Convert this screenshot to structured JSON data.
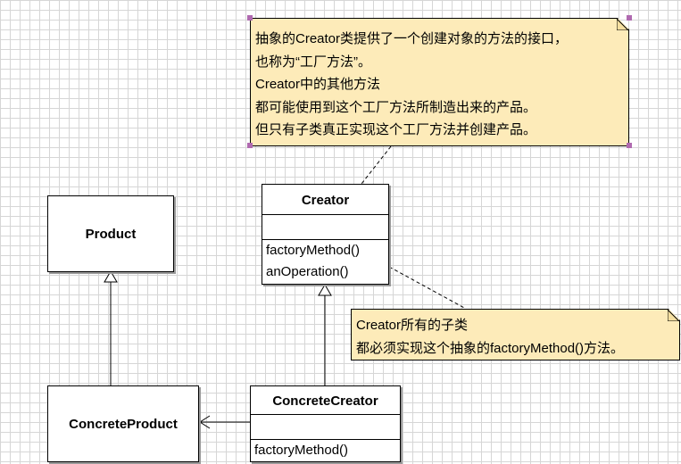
{
  "diagram": {
    "classes": {
      "product": {
        "name": "Product"
      },
      "concrete_product": {
        "name": "ConcreteProduct"
      },
      "creator": {
        "name": "Creator",
        "operations": [
          "factoryMethod()",
          "anOperation()"
        ]
      },
      "concrete_creator": {
        "name": "ConcreteCreator",
        "operations": [
          "factoryMethod()"
        ]
      }
    },
    "notes": {
      "creator_note": {
        "lines": [
          "抽象的Creator类提供了一个创建对象的方法的接口，",
          "也称为“工厂方法”。",
          "Creator中的其他方法",
          "都可能使用到这个工厂方法所制造出来的产品。",
          "但只有子类真正实现这个工厂方法并创建产品。"
        ]
      },
      "subclass_note": {
        "lines": [
          "Creator所有的子类",
          "都必须实现这个抽象的factoryMethod()方法。"
        ]
      }
    },
    "relations": [
      {
        "type": "generalization",
        "from": "ConcreteProduct",
        "to": "Product"
      },
      {
        "type": "generalization",
        "from": "ConcreteCreator",
        "to": "Creator"
      },
      {
        "type": "dependency",
        "from": "ConcreteCreator",
        "to": "ConcreteProduct"
      }
    ],
    "colors": {
      "note_fill": "#fdebb9",
      "grid": "#d6d6d6",
      "handle": "#b06ab0"
    }
  }
}
